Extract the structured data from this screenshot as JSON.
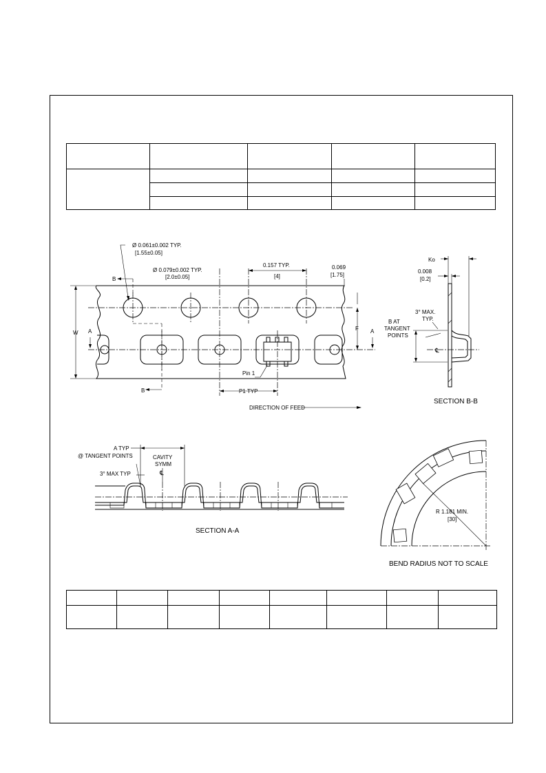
{
  "frame": {},
  "top_table": {
    "header": [
      "",
      "",
      "",
      "",
      ""
    ],
    "rows": [
      [
        "",
        "",
        "",
        "",
        ""
      ],
      [
        "",
        "",
        "",
        ""
      ],
      [
        "",
        "",
        "",
        ""
      ]
    ]
  },
  "tape_drawing": {
    "sprocket_hole_dia": "Ø 0.061±0.002 TYP.",
    "sprocket_hole_dia_mm": "[1.55±0.05]",
    "pitch_dia": "Ø 0.079±0.002 TYP.",
    "pitch_dia_mm": "[2.0±0.05]",
    "pitch": "0.157 TYP.",
    "pitch_mm": "[4]",
    "edge": "0.069",
    "edge_mm": "[1.75]",
    "label_b_top": "B",
    "label_b_bottom": "B",
    "label_a_left": "A",
    "label_a_right": "A",
    "label_w": "W",
    "label_f": "F",
    "pin1": "Pin 1",
    "p1": "P1 TYP",
    "direction": "DIRECTION OF FEED"
  },
  "section_bb": {
    "ko": "Ko",
    "thickness": "0.008",
    "thickness_mm": "[0.2]",
    "angle": "3° MAX.",
    "angle_typ": "TYP.",
    "b_at": "B AT",
    "tangent": "TANGENT",
    "points": "POINTS",
    "centerline": "℄",
    "title": "SECTION B-B"
  },
  "section_aa": {
    "a_typ": "A TYP",
    "tangent_points": "@ TANGENT POINTS",
    "cavity": "CAVITY",
    "symm": "SYMM",
    "centerline": "℄",
    "max_typ": "3° MAX TYP",
    "title": "SECTION A-A"
  },
  "bend_radius": {
    "radius": "R 1.181 MIN.",
    "radius_mm": "[30]",
    "caption": "BEND RADIUS NOT TO SCALE"
  },
  "bottom_table": {
    "header": [
      "",
      "",
      "",
      "",
      "",
      "",
      "",
      ""
    ],
    "row": [
      "",
      "",
      "",
      "",
      "",
      "",
      "",
      ""
    ]
  }
}
